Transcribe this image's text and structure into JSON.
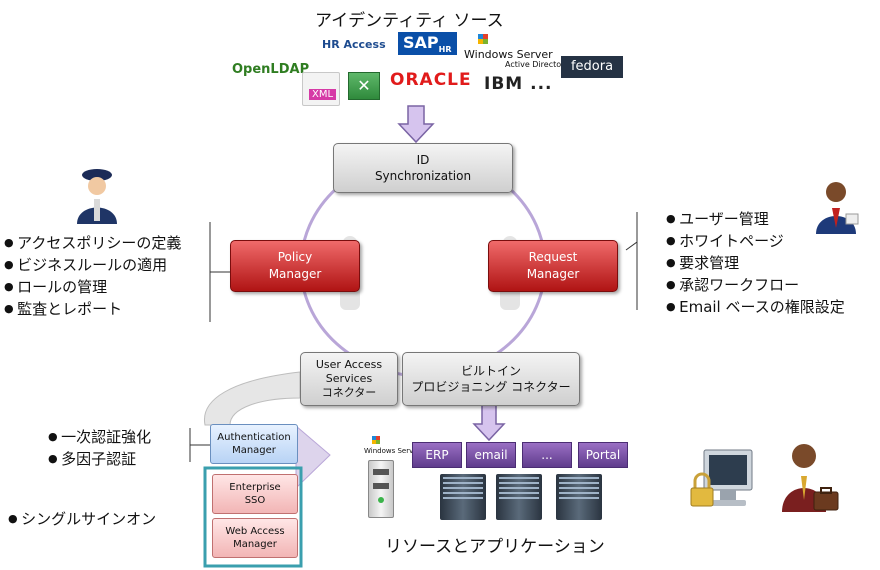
{
  "title": "アイデンティティ ソース",
  "logos": {
    "openldap": "OpenLDAP",
    "hr_access": "HR Access",
    "sap": "SAP",
    "sap_sub": "HR",
    "windows_server": "Windows Server",
    "active_directory": "Active Directory",
    "xml": "XML",
    "oracle": "ORACLE",
    "ibm": "IBM",
    "ellipsis": "...",
    "fedora": "fedora"
  },
  "id_sync": {
    "line1": "ID",
    "line2": "Synchronization"
  },
  "policy_manager": {
    "line1": "Policy",
    "line2": "Manager"
  },
  "request_manager": {
    "line1": "Request",
    "line2": "Manager"
  },
  "left_bullets": [
    "アクセスポリシーの定義",
    "ビジネスルールの適用",
    "ロールの管理",
    "監査とレポート"
  ],
  "right_bullets": [
    "ユーザー管理",
    "ホワイトページ",
    "要求管理",
    "承認ワークフロー",
    "Email ベースの権限設定"
  ],
  "user_access": {
    "line1": "User Access",
    "line2": "Services",
    "line3": "コネクター"
  },
  "provisioning": {
    "line1": "ビルトイン",
    "line2": "プロビジョニング  コネクター"
  },
  "auth_manager": {
    "line1": "Authentication",
    "line2": "Manager"
  },
  "enterprise_sso": {
    "line1": "Enterprise",
    "line2": "SSO"
  },
  "web_access": {
    "line1": "Web Access",
    "line2": "Manager"
  },
  "auth_bullets": [
    "一次認証強化",
    "多因子認証"
  ],
  "sso_bullets": [
    "シングルサインオン"
  ],
  "apps": [
    "ERP",
    "email",
    "...",
    "Portal"
  ],
  "resources_label": "リソースとアプリケーション",
  "colors": {
    "red": "#c0201f",
    "purple": "#6f4aa0",
    "teal": "#3a9fae",
    "arrow": "#d6c4ee"
  }
}
